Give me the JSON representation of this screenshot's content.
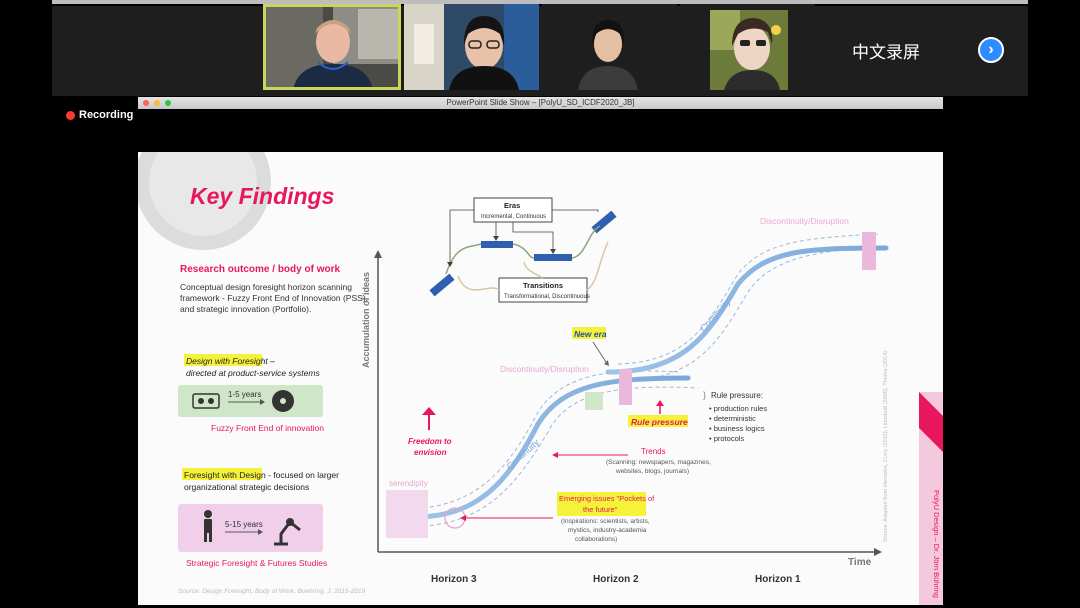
{
  "meeting": {
    "participants": [
      {
        "id": "p1",
        "active": true
      },
      {
        "id": "p2",
        "active": false
      },
      {
        "id": "p3",
        "active": false
      },
      {
        "id": "p4",
        "active": false
      }
    ],
    "label_zh": "中文录屏",
    "next_icon": "chevron-right-icon",
    "recording_label": "Recording",
    "recording_color": "#ff3b30"
  },
  "presentation": {
    "window_title": "PowerPoint Slide Show – [PolyU_SD_ICDF2020_JB]"
  },
  "slide": {
    "title": "Key Findings",
    "accent_color": "#e8175d",
    "research_heading": "Research outcome / body of work",
    "research_text": [
      "Conceptual design foresight horizon scanning",
      "framework - Fuzzy Front End of Innovation (PSS),",
      "and strategic innovation (Portfolio)."
    ],
    "dwf_highlight": "Design with Foresight",
    "dwf_rest": " –",
    "dwf_line2": "directed at product-service systems",
    "dwf_years": "1-5 years",
    "dwf_caption": "Fuzzy Front End of innovation",
    "fwd_highlight": "Foresight with Design",
    "fwd_rest": " - focused on larger",
    "fwd_line2": "organizational strategic decisions",
    "fwd_years": "5-15 years",
    "fwd_caption": "Strategic Foresight & Futures Studies",
    "source_left": "Source: Design Foresight, Body of Work, Buehring, J. 2015-2019",
    "eras_title": "Eras",
    "eras_sub": "Incremental, Continuous",
    "transitions_title": "Transitions",
    "transitions_sub": "Transformational, Discontinuous",
    "discontinuity_top": "Discontinuity/Disruption",
    "discontinuity_mid": "Discontinuity/Disruption",
    "continuity_top": "Continuity",
    "continuity_bottom": "Continuity",
    "new_era": "New era",
    "rule_pressure": "Rule pressure",
    "rule_pressure_heading": "Rule pressure:",
    "rule_items": [
      "production rules",
      "deterministic",
      "business logics",
      "protocols"
    ],
    "freedom_1": "Freedom to",
    "freedom_2": "envision",
    "trends_title": "Trends",
    "trends_sub": [
      "(Scanning: newspapers, magazines,",
      "websites, blogs, journals)"
    ],
    "emerging_1": "Emerging issues \"Pockets of",
    "emerging_2": "the future\"",
    "inspirations": [
      "(Inspirations: scientists, artists,",
      "mystics, industry-academia",
      "collaborations)"
    ],
    "serendipity": "serendipity",
    "y_axis": "Accumulation of ideas",
    "x_axis": "Time",
    "horizon3": "Horizon 3",
    "horizon2": "Horizon 2",
    "horizon1": "Horizon 1",
    "source_right": "Source: Adapted from Hiemstra, Curry (2015); Lindstedt (2006), Theme (2014)",
    "sidebar": "PolyU Design – Dr. Jörn Bühring"
  }
}
